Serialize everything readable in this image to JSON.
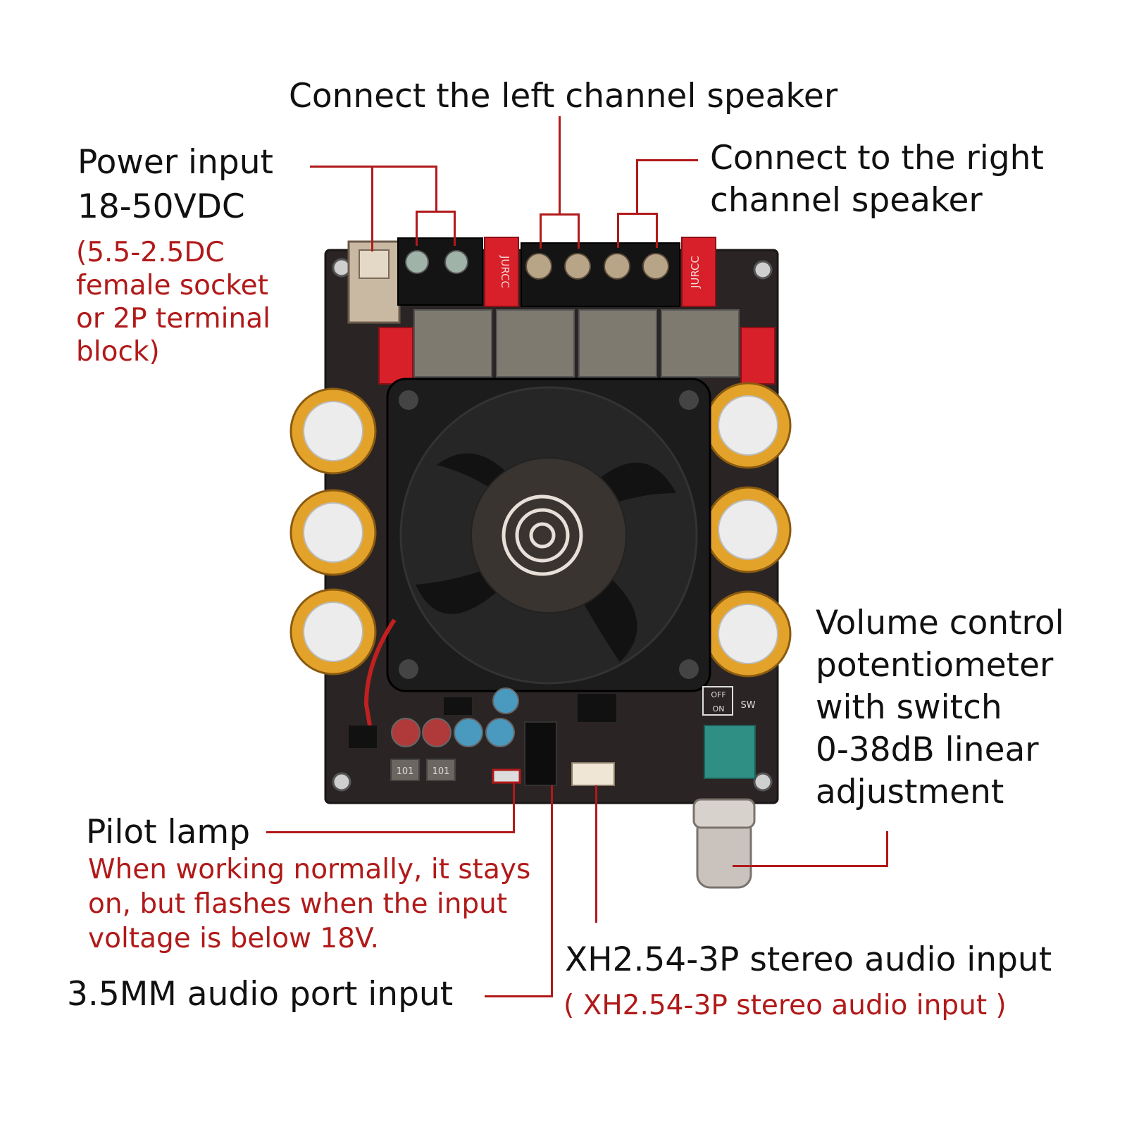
{
  "labels": {
    "left_channel": "Connect the left channel speaker",
    "right_channel_line1": "Connect to the right",
    "right_channel_line2": "channel speaker",
    "power_input_line1": "Power input",
    "power_input_line2": "18-50VDC",
    "power_note_line1": "(5.5-2.5DC",
    "power_note_line2": "female socket",
    "power_note_line3": "or 2P terminal",
    "power_note_line4": "block)",
    "volume_line1": "Volume control",
    "volume_line2": "potentiometer",
    "volume_line3": "with switch",
    "volume_line4": "0-38dB linear",
    "volume_line5": "adjustment",
    "pilot_lamp": "Pilot lamp",
    "pilot_note_line1": "When working normally, it stays",
    "pilot_note_line2": "on, but flashes when the input",
    "pilot_note_line3": "voltage is below 18V.",
    "audio_port": "3.5MM audio port input",
    "xh_input": "XH2.54-3P stereo audio input",
    "xh_input_note": "( XH2.54-3P stereo audio input )"
  },
  "board_marks": {
    "relay_text": "JURCC",
    "switch_off": "OFF",
    "switch_on": "ON",
    "switch_label": "SW",
    "inductor_text": "101"
  },
  "colors": {
    "callout_line": "#b11a1a",
    "callout_note": "#b11a1a",
    "text": "#111111",
    "pcb": "#2a2524",
    "relay": "#d8202a",
    "capacitor": "#e3a32a",
    "fan": "#1c1c1c",
    "potentiometer": "#2f8f85"
  }
}
